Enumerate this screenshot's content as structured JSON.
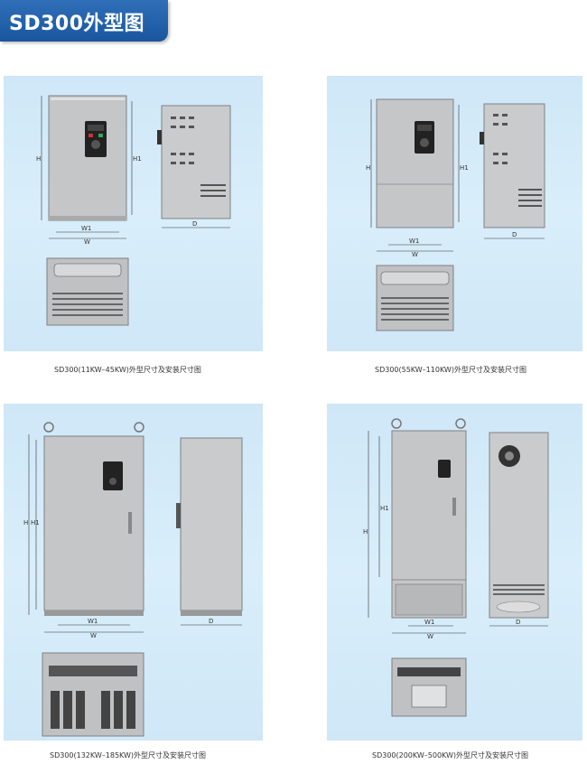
{
  "header": {
    "title": "SD300外型图"
  },
  "diagrams": [
    {
      "caption": "SD300(11KW–45KW)外型尺寸及安装尺寸图",
      "labels": {
        "h": "H",
        "h1": "H1",
        "w": "W",
        "w1": "W1",
        "d": "D"
      }
    },
    {
      "caption": "SD300(55KW–110KW)外型尺寸及安装尺寸图",
      "labels": {
        "h": "H",
        "h1": "H1",
        "w": "W",
        "w1": "W1",
        "d": "D"
      }
    },
    {
      "caption": "SD300(132KW–185KW)外型尺寸及安装尺寸图",
      "labels": {
        "h": "H",
        "h1": "H1",
        "w": "W",
        "w1": "W1",
        "d": "D"
      }
    },
    {
      "caption": "SD300(200KW–500KW)外型尺寸及安装尺寸图",
      "labels": {
        "h": "H",
        "h1": "H1",
        "w": "W",
        "w1": "W1",
        "d": "D"
      }
    }
  ]
}
